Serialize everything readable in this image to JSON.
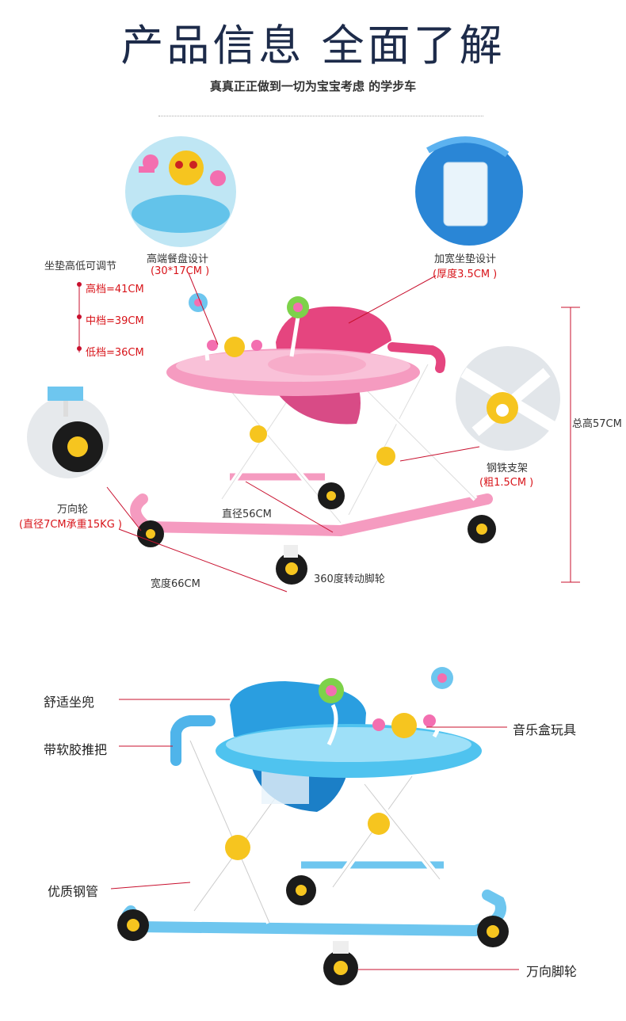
{
  "header": {
    "title": "产品信息 全面了解",
    "subtitle": "真真正正做到一切为宝宝考虑 的学步车"
  },
  "pink_walker": {
    "seat_height_title": "坐垫高低可调节",
    "heights": [
      "高档=41CM",
      "中档=39CM",
      "低档=36CM"
    ],
    "tray_label": "高端餐盘设计",
    "tray_size": "(30*17CM )",
    "cushion_label": "加宽坐垫设计",
    "cushion_size": "(厚度3.5CM )",
    "total_height": "总高57CM",
    "steel_label": "钢铁支架",
    "steel_size": "(粗1.5CM )",
    "wheel_label": "万向轮",
    "wheel_size": "(直径7CM承重15KG )",
    "diameter": "直径56CM",
    "width": "宽度66CM",
    "rotate_wheel": "360度转动脚轮"
  },
  "blue_walker": {
    "seat": "舒适坐兜",
    "handle": "带软胶推把",
    "music_toy": "音乐盒玩具",
    "steel_tube": "优质钢管",
    "caster": "万向脚轮"
  },
  "colors": {
    "title": "#1d2b4a",
    "red_text": "#d8141a",
    "pink": "#f59bc0",
    "pink_dark": "#e5457f",
    "blue": "#4fc3ef",
    "blue_dark": "#1e9ad6",
    "yellow": "#f6c51f"
  }
}
